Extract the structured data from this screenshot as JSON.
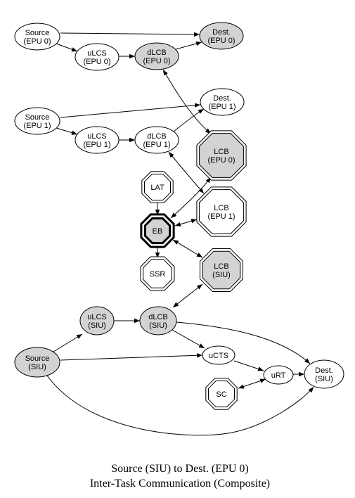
{
  "nodes": [
    {
      "id": "src_epu0",
      "shape": "ellipse",
      "fill": "white",
      "lines": [
        "Source",
        "(EPU 0)"
      ]
    },
    {
      "id": "ulcs_epu0",
      "shape": "ellipse",
      "fill": "white",
      "lines": [
        "uLCS",
        "(EPU 0)"
      ]
    },
    {
      "id": "dlcb_epu0",
      "shape": "ellipse",
      "fill": "grey",
      "lines": [
        "dLCB",
        "(EPU 0)"
      ]
    },
    {
      "id": "dest_epu0",
      "shape": "ellipse",
      "fill": "grey",
      "lines": [
        "Dest.",
        "(EPU 0)"
      ]
    },
    {
      "id": "src_epu1",
      "shape": "ellipse",
      "fill": "white",
      "lines": [
        "Source",
        "(EPU 1)"
      ]
    },
    {
      "id": "ulcs_epu1",
      "shape": "ellipse",
      "fill": "white",
      "lines": [
        "uLCS",
        "(EPU 1)"
      ]
    },
    {
      "id": "dlcb_epu1",
      "shape": "ellipse",
      "fill": "white",
      "lines": [
        "dLCB",
        "(EPU 1)"
      ]
    },
    {
      "id": "dest_epu1",
      "shape": "ellipse",
      "fill": "white",
      "lines": [
        "Dest.",
        "(EPU 1)"
      ]
    },
    {
      "id": "lcb_epu0",
      "shape": "octagon-double",
      "fill": "grey",
      "lines": [
        "LCB",
        "(EPU 0)"
      ]
    },
    {
      "id": "lcb_epu1",
      "shape": "octagon-double",
      "fill": "white",
      "lines": [
        "LCB",
        "(EPU 1)"
      ]
    },
    {
      "id": "lat",
      "shape": "octagon-double",
      "fill": "white",
      "lines": [
        "LAT"
      ]
    },
    {
      "id": "eb",
      "shape": "octagon-bold",
      "fill": "grey",
      "lines": [
        "EB"
      ]
    },
    {
      "id": "ssr",
      "shape": "octagon-double",
      "fill": "white",
      "lines": [
        "SSR"
      ]
    },
    {
      "id": "lcb_siu",
      "shape": "octagon-double",
      "fill": "grey",
      "lines": [
        "LCB",
        "(SIU)"
      ]
    },
    {
      "id": "ulcs_siu",
      "shape": "ellipse",
      "fill": "grey",
      "lines": [
        "uLCS",
        "(SIU)"
      ]
    },
    {
      "id": "dlcb_siu",
      "shape": "ellipse",
      "fill": "grey",
      "lines": [
        "dLCB",
        "(SIU)"
      ]
    },
    {
      "id": "src_siu",
      "shape": "ellipse",
      "fill": "grey",
      "lines": [
        "Source",
        "(SIU)"
      ]
    },
    {
      "id": "ucts",
      "shape": "ellipse",
      "fill": "white",
      "lines": [
        "uCTS"
      ]
    },
    {
      "id": "urt",
      "shape": "ellipse",
      "fill": "white",
      "lines": [
        "uRT"
      ]
    },
    {
      "id": "dest_siu",
      "shape": "ellipse",
      "fill": "white",
      "lines": [
        "Dest.",
        "(SIU)"
      ]
    },
    {
      "id": "sc",
      "shape": "octagon-double",
      "fill": "white",
      "lines": [
        "SC"
      ]
    }
  ],
  "edges": [
    {
      "from": "src_epu0",
      "to": "ulcs_epu0",
      "dir": "forward"
    },
    {
      "from": "src_epu0",
      "to": "dest_epu0",
      "dir": "forward"
    },
    {
      "from": "ulcs_epu0",
      "to": "dlcb_epu0",
      "dir": "forward"
    },
    {
      "from": "dlcb_epu0",
      "to": "dest_epu0",
      "dir": "forward"
    },
    {
      "from": "dlcb_epu0",
      "to": "lcb_epu0",
      "dir": "both"
    },
    {
      "from": "src_epu1",
      "to": "ulcs_epu1",
      "dir": "forward"
    },
    {
      "from": "src_epu1",
      "to": "dest_epu1",
      "dir": "forward"
    },
    {
      "from": "ulcs_epu1",
      "to": "dlcb_epu1",
      "dir": "forward"
    },
    {
      "from": "dlcb_epu1",
      "to": "dest_epu1",
      "dir": "forward"
    },
    {
      "from": "dlcb_epu1",
      "to": "lcb_epu1",
      "dir": "both"
    },
    {
      "from": "lat",
      "to": "eb",
      "dir": "forward"
    },
    {
      "from": "eb",
      "to": "ssr",
      "dir": "forward"
    },
    {
      "from": "eb",
      "to": "lcb_epu0",
      "dir": "both"
    },
    {
      "from": "eb",
      "to": "lcb_epu1",
      "dir": "both"
    },
    {
      "from": "eb",
      "to": "lcb_siu",
      "dir": "both"
    },
    {
      "from": "dlcb_siu",
      "to": "lcb_siu",
      "dir": "both"
    },
    {
      "from": "src_siu",
      "to": "ulcs_siu",
      "dir": "forward"
    },
    {
      "from": "ulcs_siu",
      "to": "dlcb_siu",
      "dir": "forward"
    },
    {
      "from": "dlcb_siu",
      "to": "ucts",
      "dir": "forward"
    },
    {
      "from": "dlcb_siu",
      "to": "dest_siu",
      "dir": "forward"
    },
    {
      "from": "src_siu",
      "to": "ucts",
      "dir": "forward"
    },
    {
      "from": "src_siu",
      "to": "dest_siu",
      "dir": "forward"
    },
    {
      "from": "ucts",
      "to": "urt",
      "dir": "forward"
    },
    {
      "from": "urt",
      "to": "dest_siu",
      "dir": "forward"
    },
    {
      "from": "sc",
      "to": "urt",
      "dir": "both"
    }
  ],
  "caption": {
    "line1": "Source (SIU) to Dest. (EPU 0)",
    "line2": "Inter-Task Communication (Composite)"
  },
  "colors": {
    "grey": "#d3d3d3",
    "white": "#ffffff",
    "stroke": "#000000"
  }
}
